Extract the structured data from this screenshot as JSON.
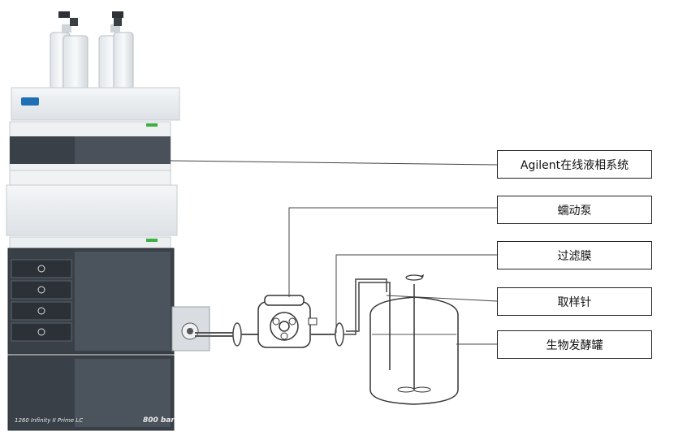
{
  "labels": {
    "lc_system": "Agilent在线液相系统",
    "peristaltic_pump": "蠕动泵",
    "filter_membrane": "过滤膜",
    "sampling_needle": "取样针",
    "bioreactor": "生物发酵罐"
  },
  "instrument": {
    "model_text": "1260 Infinity II Prime LC",
    "pressure_text": "800 bar"
  },
  "colors": {
    "line": "#444444",
    "box_border": "#222222",
    "instrument_body": "#e9ecef",
    "instrument_dark": "#3a4048",
    "brand_blue": "#1f6fb5"
  }
}
